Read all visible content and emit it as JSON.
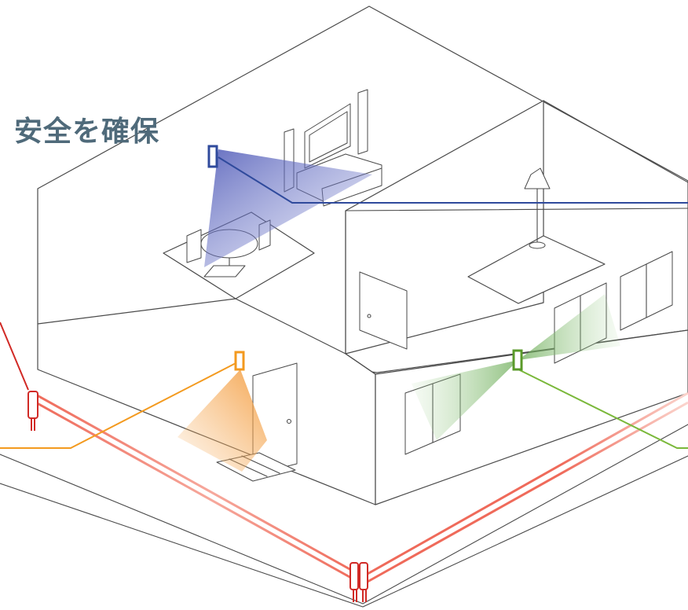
{
  "title": "安全を確保",
  "colors": {
    "indoor_sensor": "#2f4a9c",
    "entrance_sensor": "#f39a1f",
    "window_sensor": "#5a9a2a",
    "beam_sensor": "#d12a26",
    "beam_line": "#ef6a5a"
  },
  "sensors": [
    {
      "name": "indoor-motion-sensor",
      "color": "#2f4a9c"
    },
    {
      "name": "entrance-sensor",
      "color": "#f39a1f"
    },
    {
      "name": "window-sensor",
      "color": "#5a9a2a"
    },
    {
      "name": "outdoor-beam-sensor",
      "color": "#d12a26"
    }
  ]
}
